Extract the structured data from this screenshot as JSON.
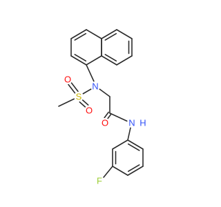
{
  "colors": {
    "background": "#ffffff",
    "bond": "#2b2b2b",
    "N": "#3050f8",
    "O": "#ff0d0d",
    "S": "#c8b400",
    "F": "#9acd32"
  },
  "atoms": {
    "n_sulfonamide": {
      "symbol": "N",
      "label": "N"
    },
    "s_sulfonyl": {
      "symbol": "S",
      "label": "S"
    },
    "o_sulfonyl_top": {
      "symbol": "O",
      "label": "O"
    },
    "o_sulfonyl_bottom": {
      "symbol": "O",
      "label": "O"
    },
    "o_carbonyl": {
      "symbol": "O",
      "label": "O"
    },
    "n_amide": {
      "symbol": "N",
      "label": "N"
    },
    "h_amide": {
      "symbol": "H",
      "label": "H"
    },
    "f_fluoro": {
      "symbol": "F",
      "label": "F"
    }
  }
}
